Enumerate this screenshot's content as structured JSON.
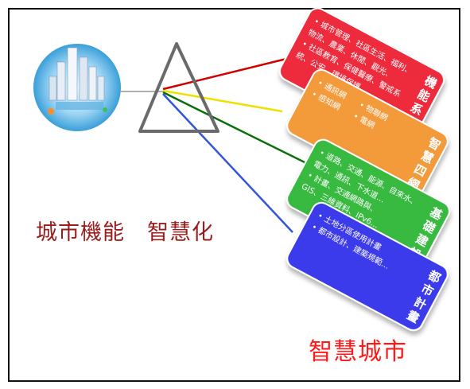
{
  "caption_left": "城市機能　智慧化",
  "caption_right": "智慧城市",
  "colors": {
    "red": "#ee2b3e",
    "orange": "#f39a3a",
    "green": "#38b93f",
    "blue": "#3a3aeb",
    "ray_red": "#d00000",
    "ray_yellow": "#f0e000",
    "ray_green": "#0a6e0a",
    "ray_blue": "#3355dd",
    "caption_left": "#9b1c1c",
    "caption_right": "#ff1a1a"
  },
  "cards": [
    {
      "id": "function",
      "color": "red",
      "title": "機能系統",
      "lines": [
        "• 城市管理、社區生活、福利、",
        "  物流、農業、休閒、觀光、",
        "• 社區教育、保健醫療、警戒系",
        "  統、公安、環境保護…"
      ]
    },
    {
      "id": "network",
      "color": "orange",
      "title": "智慧四網",
      "lines": [
        "• 通訊網　　• 物聯網",
        "• 感知網　　• 電網"
      ]
    },
    {
      "id": "infrastructure",
      "color": "green",
      "title": "基礎建設",
      "lines": [
        "• 道路、交通、能源、自來水、",
        "  電力、通訊、下水道…",
        "• 計畫、交通網路與、",
        "  GIS、三維資料、IPv6…"
      ]
    },
    {
      "id": "planning",
      "color": "blue",
      "title": "都市計畫",
      "lines": [
        "• 土地分區使用計畫",
        "• 都市設計、建築規範…"
      ]
    }
  ]
}
